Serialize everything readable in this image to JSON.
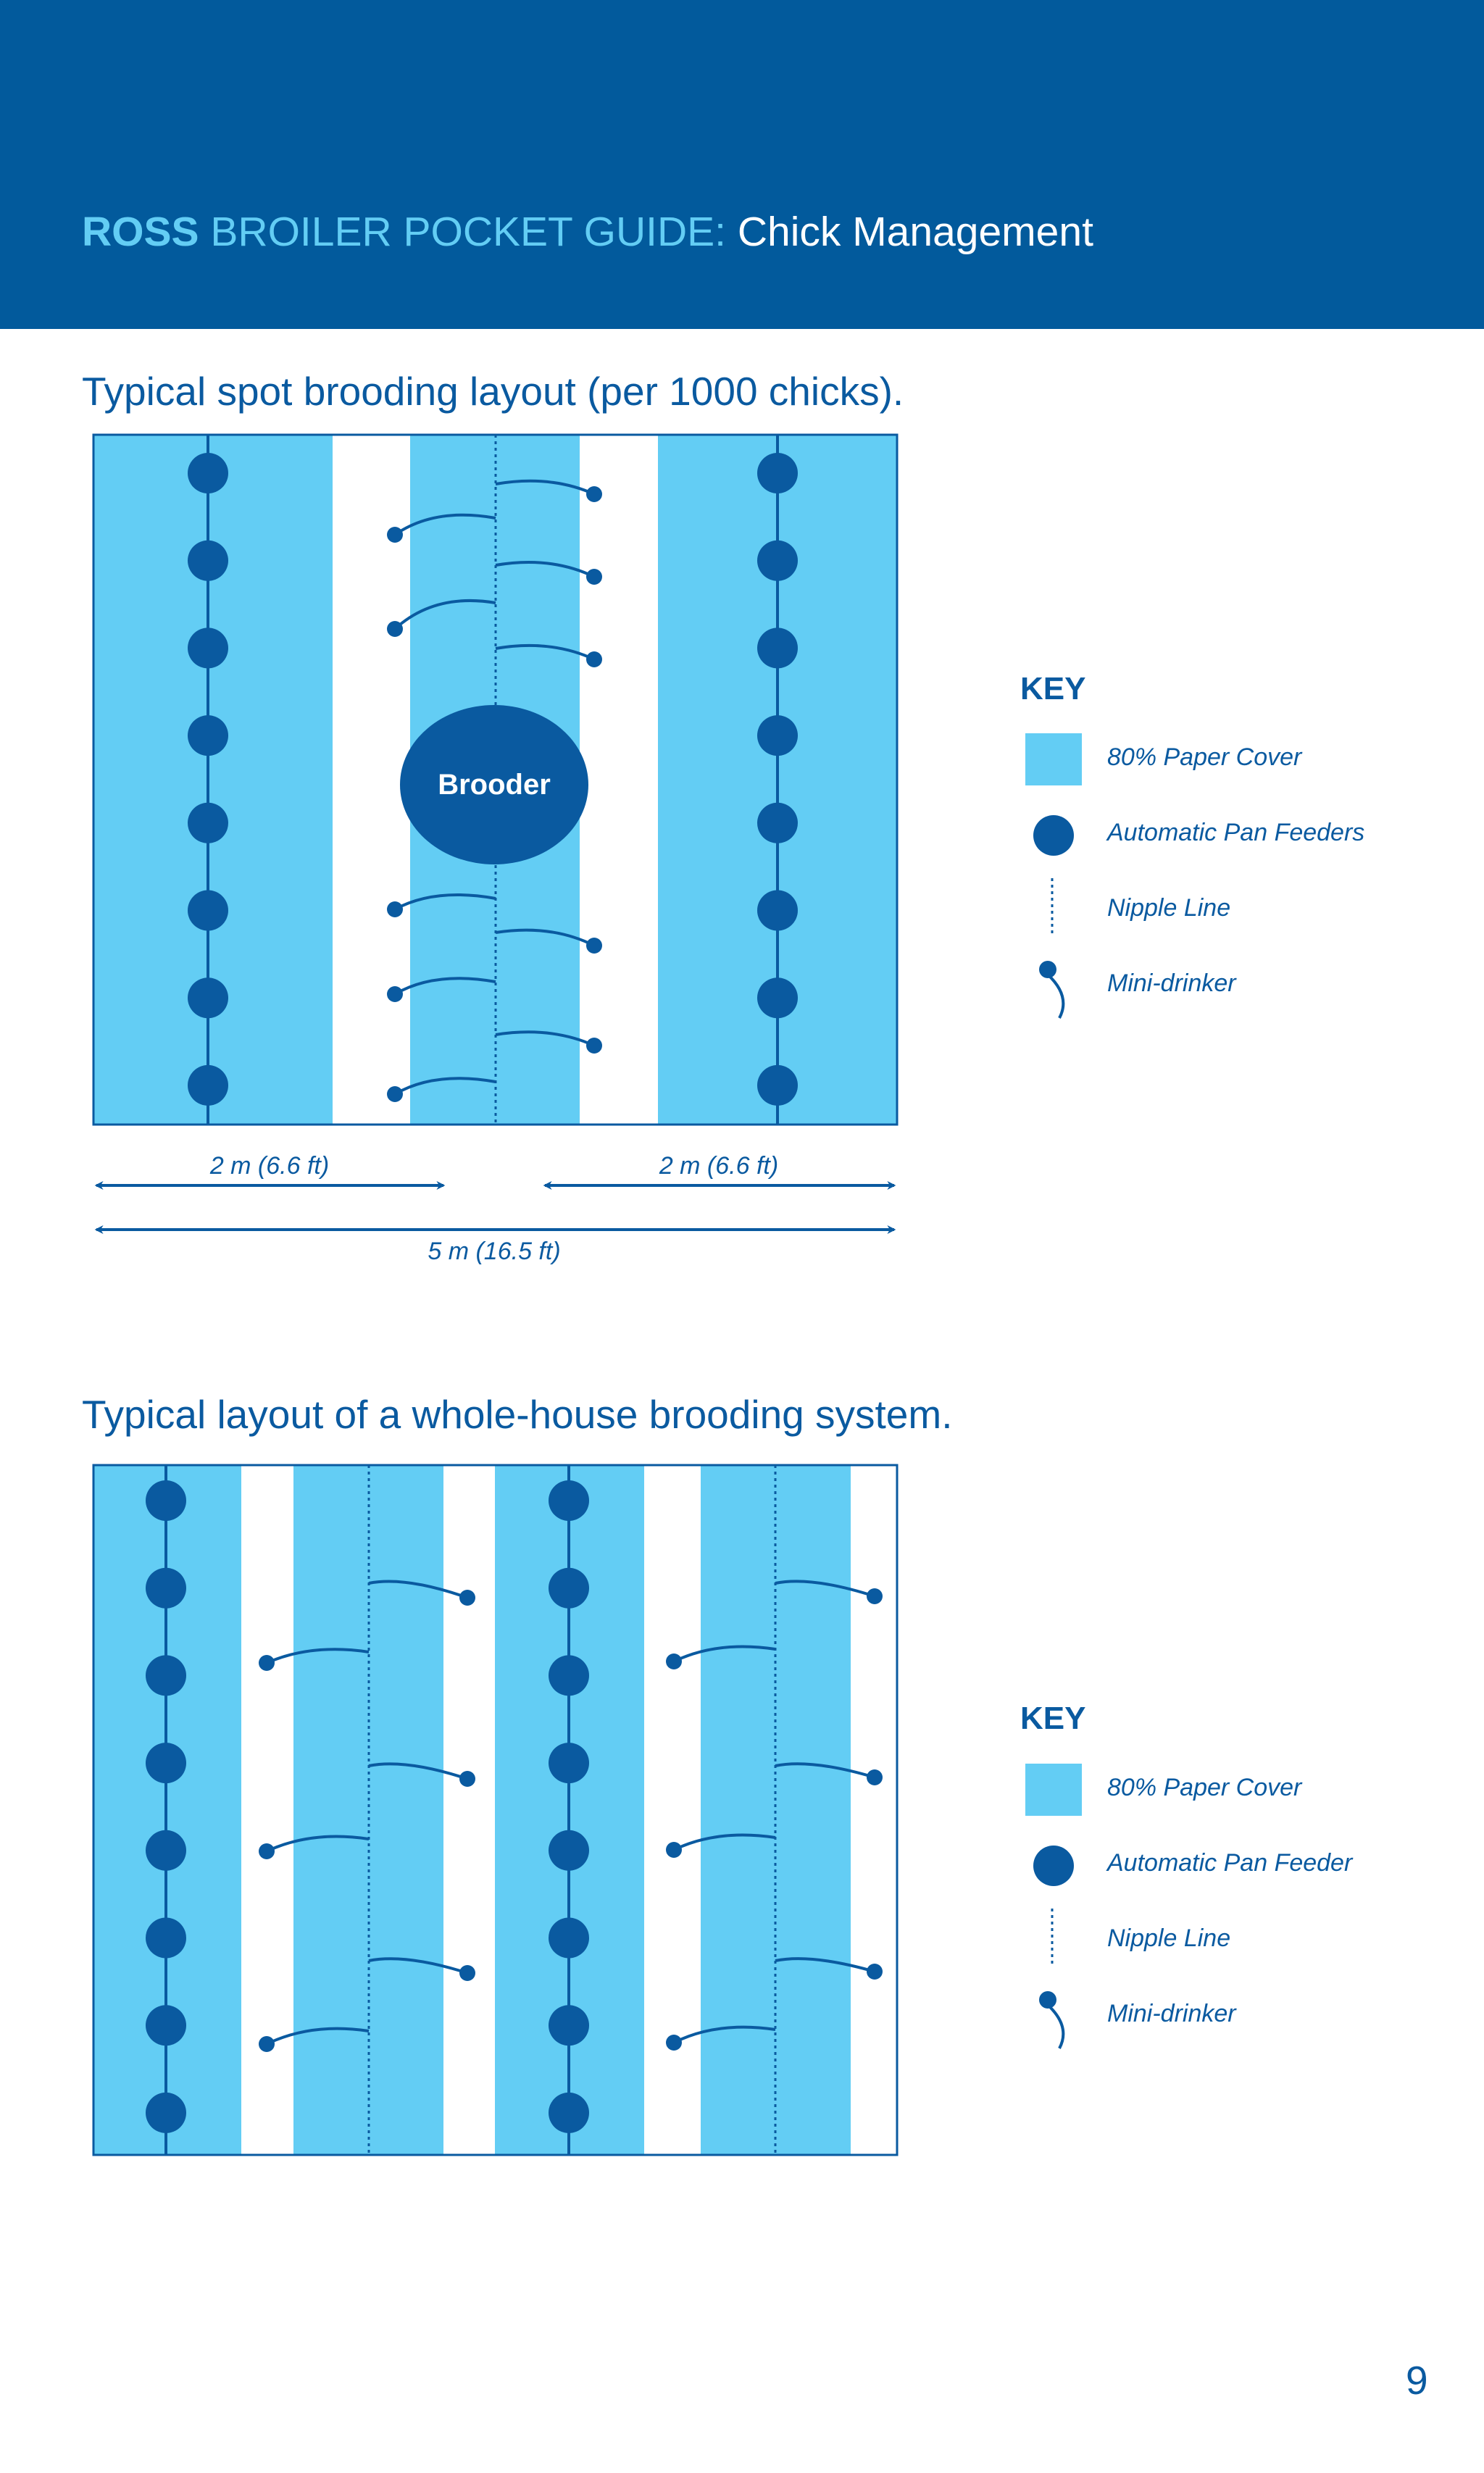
{
  "header": {
    "brand": "ROSS",
    "guide": " BROILER POCKET GUIDE:",
    "topic": " Chick Management",
    "background_color": "#025a9c",
    "brand_color": "#63cdf4"
  },
  "spot_brooding": {
    "title": "Typical spot brooding layout (per 1000 chicks).",
    "brooder_label": "Brooder",
    "dimension_left": "2 m (6.6 ft)",
    "dimension_right": "2 m (6.6 ft)",
    "dimension_total": "5 m (16.5 ft)",
    "key": {
      "title": "KEY",
      "paper_cover": "80% Paper Cover",
      "pan_feeders": "Automatic Pan Feeders",
      "nipple_line": "Nipple Line",
      "mini_drinker": "Mini-drinker"
    }
  },
  "whole_house": {
    "title": "Typical layout of a whole-house brooding system.",
    "key": {
      "title": "KEY",
      "paper_cover": "80% Paper Cover",
      "pan_feeders": "Automatic Pan Feeder",
      "nipple_line": "Nipple Line",
      "mini_drinker": "Mini-drinker"
    }
  },
  "page_number": "9",
  "colors": {
    "paper_cover": "#63cdf4",
    "equipment": "#0a5aa0",
    "text": "#0a5aa0"
  }
}
